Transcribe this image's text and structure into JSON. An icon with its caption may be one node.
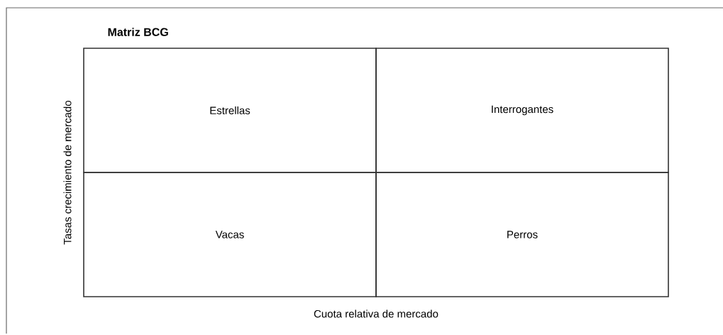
{
  "diagram": {
    "title": "Matriz BCG",
    "nodes": [
      {
        "text": [
          "Estrellas"
        ]
      },
      {
        "text": [
          "Interrogantes"
        ]
      },
      {
        "text": [
          "Vacas"
        ]
      },
      {
        "text": [
          "Perros"
        ]
      }
    ],
    "labels": [
      "Tasas crecimiento de mercado",
      "Cuota relativa de mercado"
    ]
  }
}
